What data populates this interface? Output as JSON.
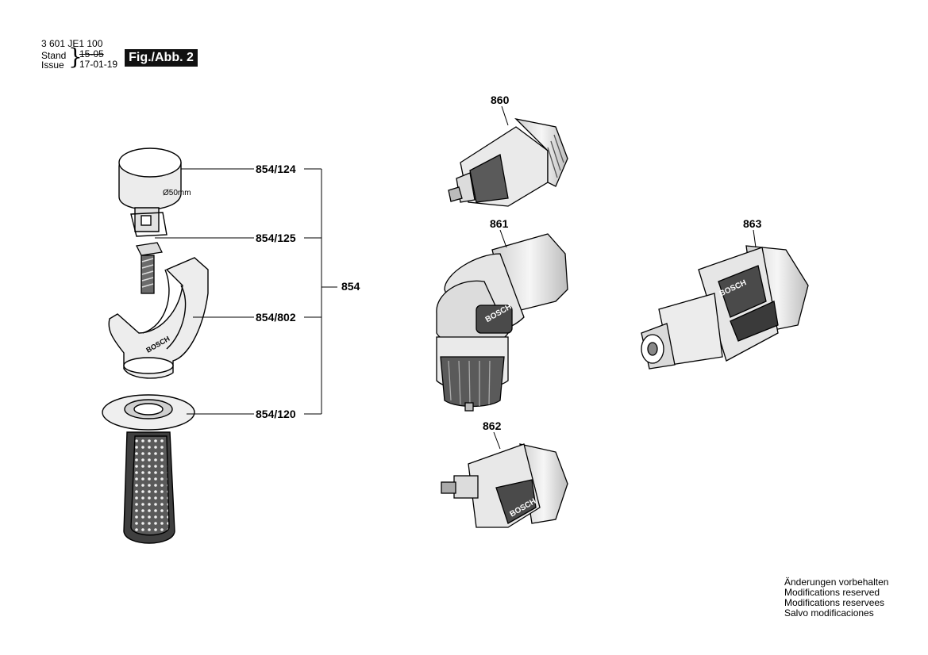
{
  "header": {
    "document_number": "3 601 JE1 100",
    "stand_label": "Stand",
    "issue_label": "Issue",
    "old_date": "15-05",
    "new_date": "17-01-19",
    "figure_label": "Fig./Abb. 2"
  },
  "parts": {
    "p854": "854",
    "p854_124": "854/124",
    "p854_125": "854/125",
    "p854_802": "854/802",
    "p854_120": "854/120",
    "p860": "860",
    "p861": "861",
    "p862": "862",
    "p863": "863"
  },
  "annotations": {
    "diameter": "Ø50mm",
    "brand": "BOSCH"
  },
  "footer": {
    "line1": "Änderungen vorbehalten",
    "line2": "Modifications reserved",
    "line3": "Modifications reservees",
    "line4": "Salvo modificaciones"
  },
  "colors": {
    "part_fill": "#e9e9e9",
    "part_dark": "#4a4a4a",
    "line": "#000000",
    "badge_bg": "#111111"
  }
}
